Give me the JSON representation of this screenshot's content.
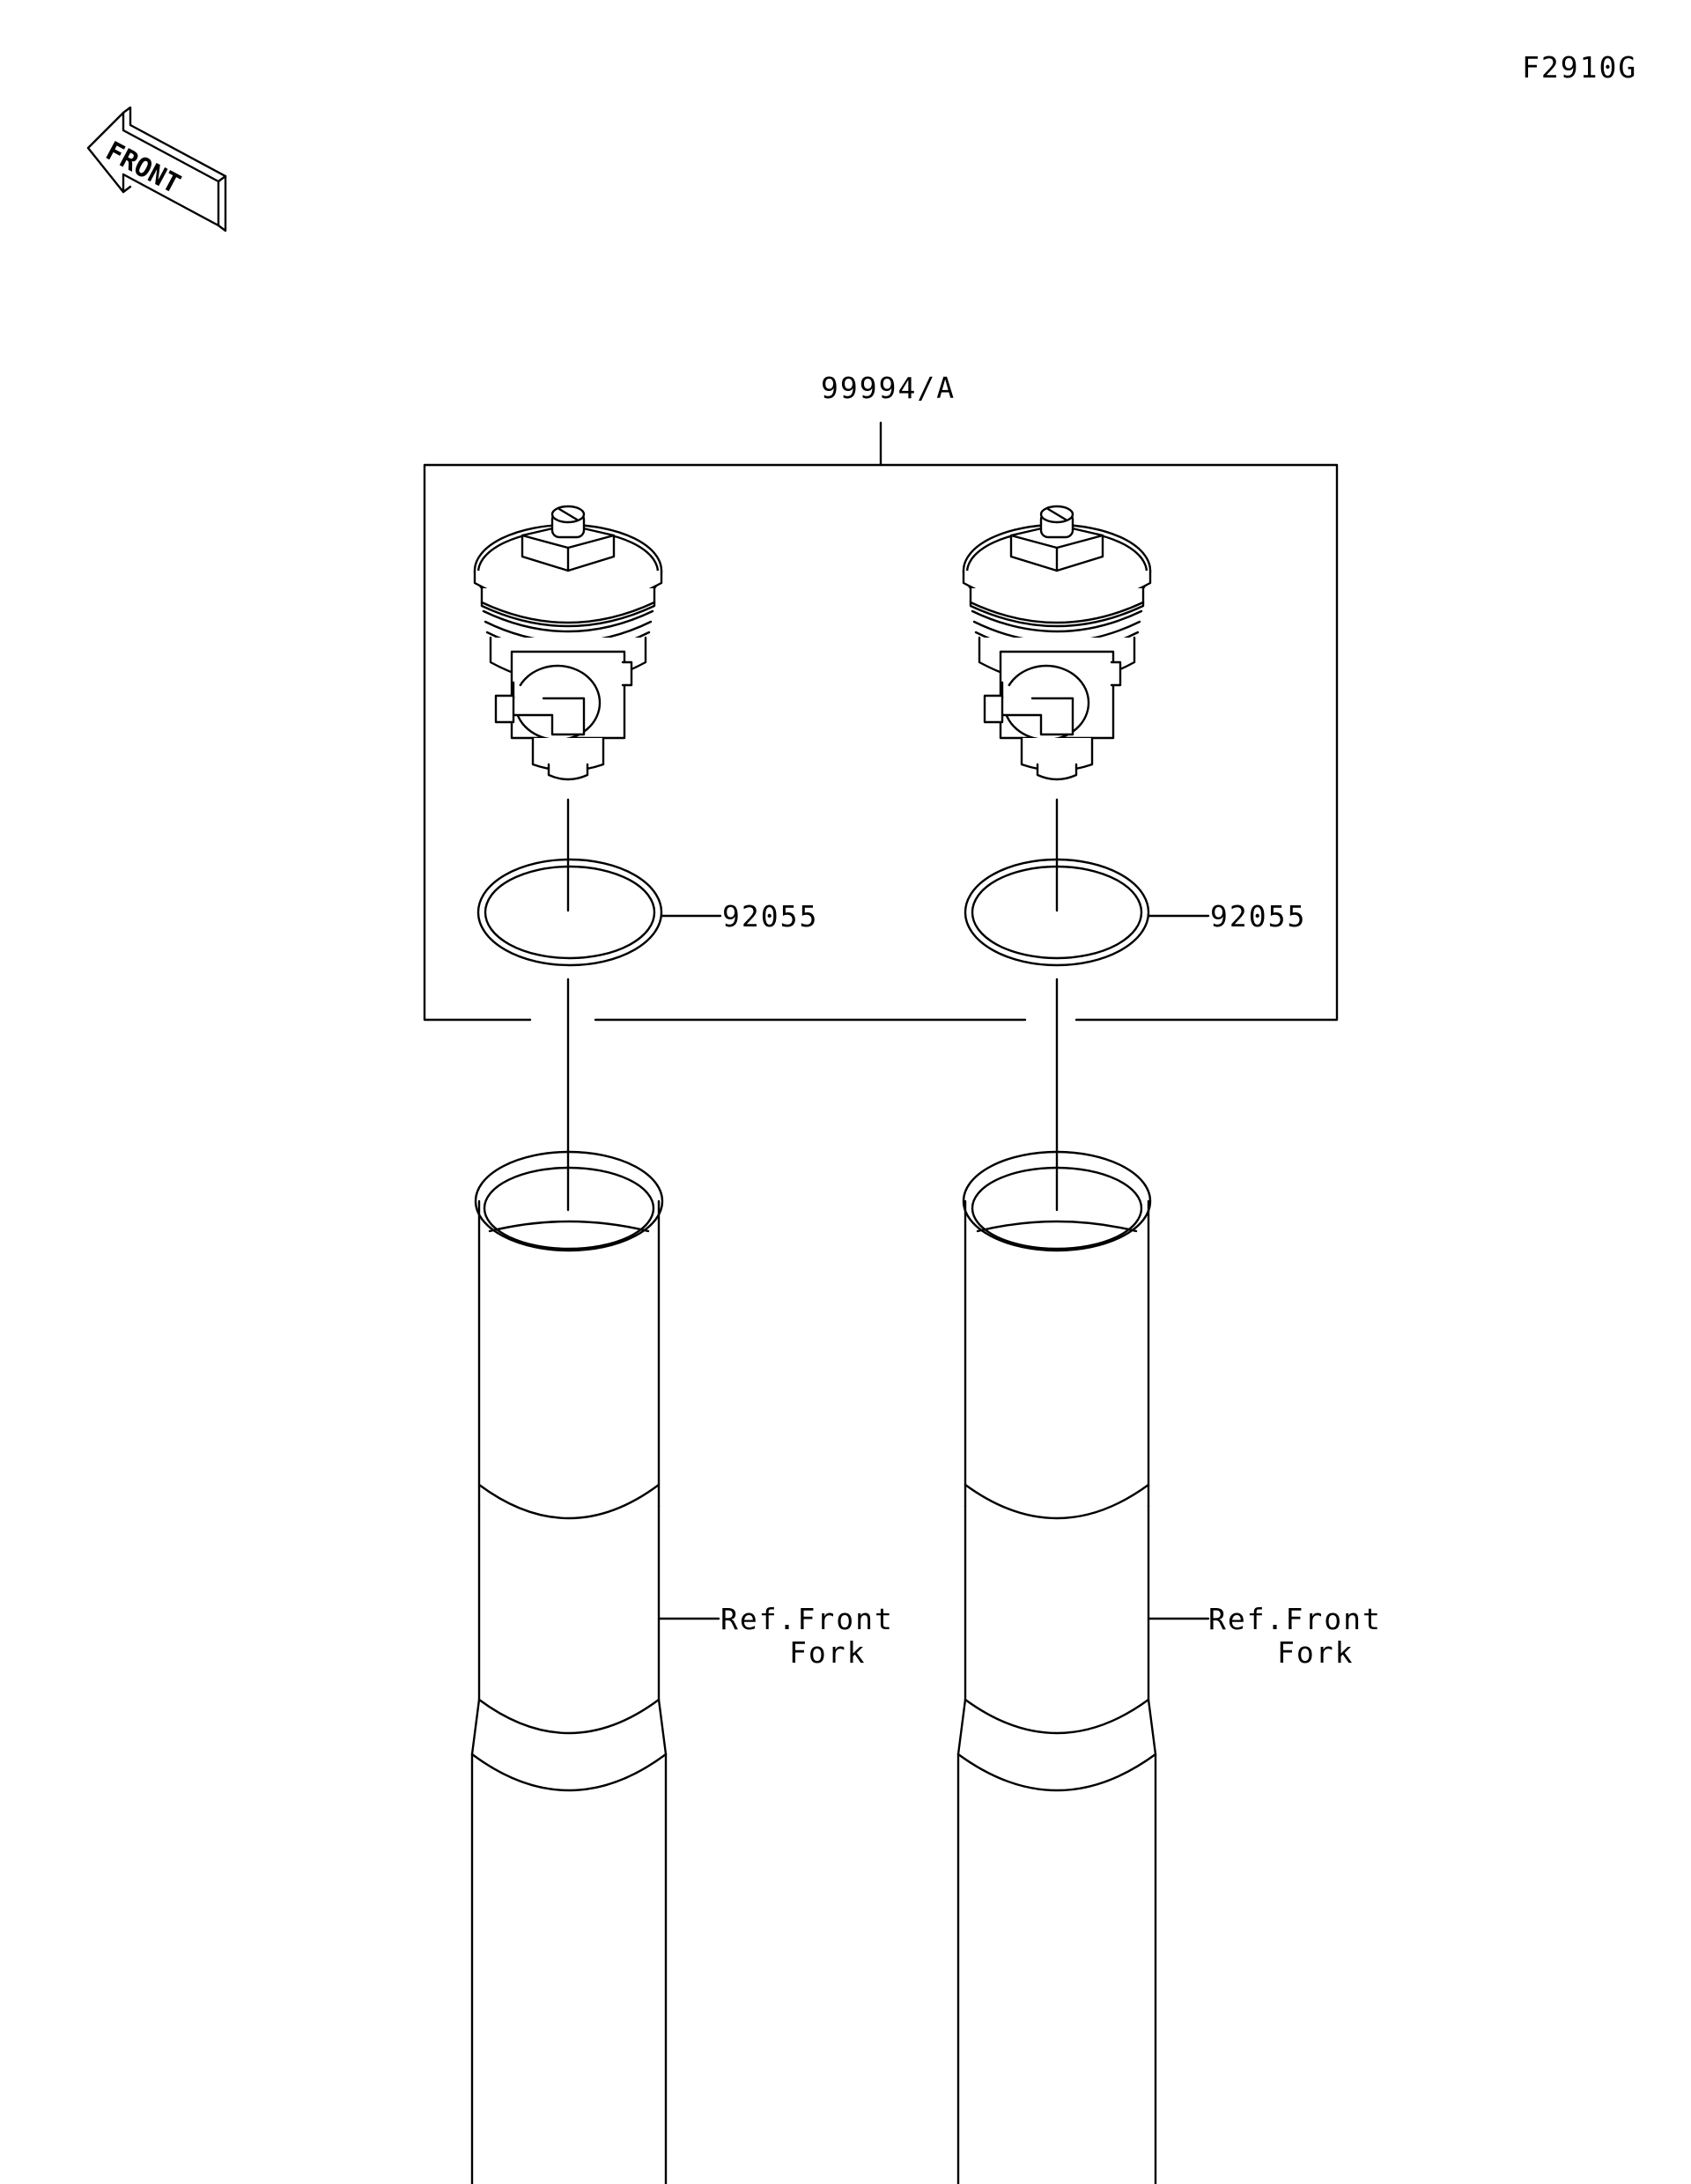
{
  "diagram_code": "F2910G",
  "front_label": "FRONT",
  "kit_part_number": "99994/A",
  "left": {
    "oring_part_number": "92055",
    "ref_line1": "Ref.Front",
    "ref_line2": "Fork"
  },
  "right": {
    "oring_part_number": "92055",
    "ref_line1": "Ref.Front",
    "ref_line2": "Fork"
  }
}
